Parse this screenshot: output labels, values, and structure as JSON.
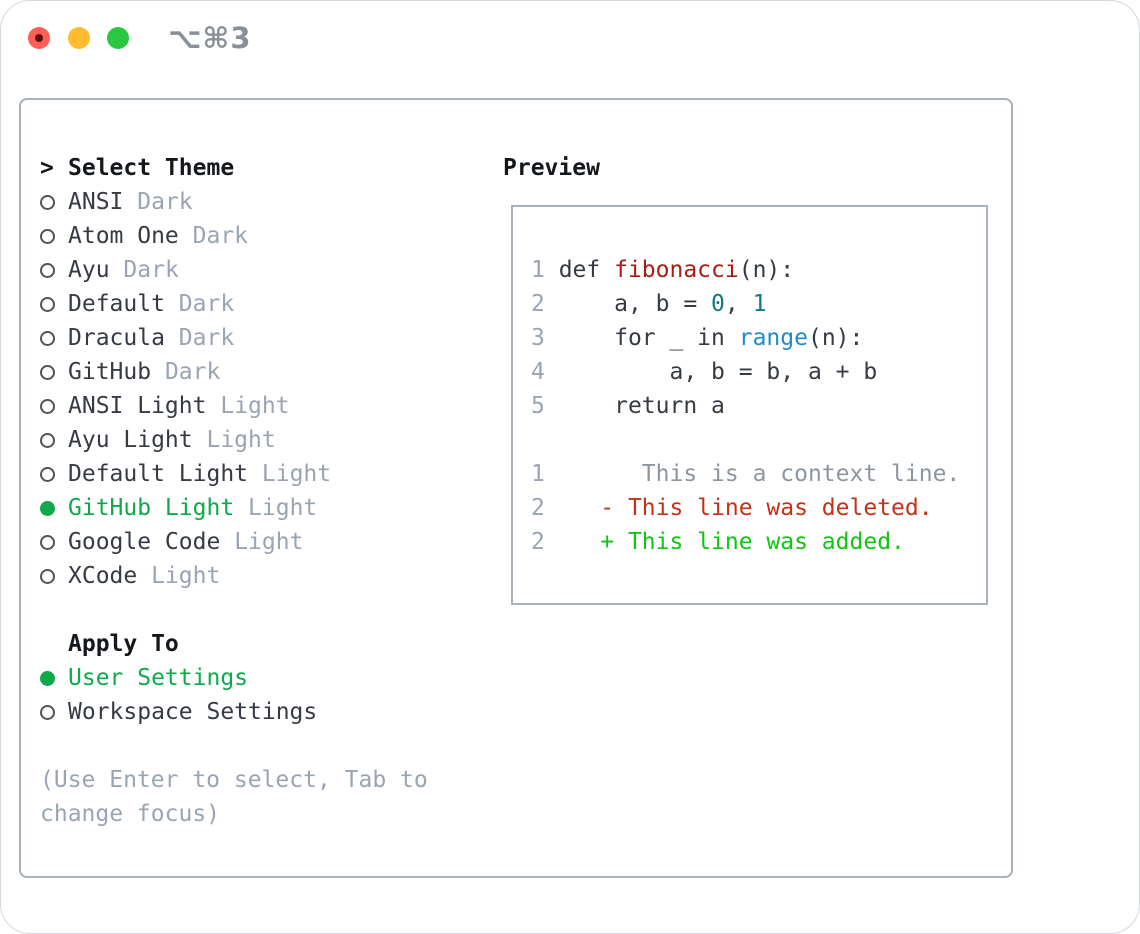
{
  "window": {
    "title": "⌥⌘3"
  },
  "titlebar": {
    "buttons": [
      "close",
      "minimize",
      "zoom"
    ]
  },
  "theme_list": {
    "heading": {
      "marker": ">",
      "label": "Select Theme"
    },
    "items": [
      {
        "label": "ANSI",
        "tag": "Dark",
        "selected": false
      },
      {
        "label": "Atom One",
        "tag": "Dark",
        "selected": false
      },
      {
        "label": "Ayu",
        "tag": "Dark",
        "selected": false
      },
      {
        "label": "Default",
        "tag": "Dark",
        "selected": false
      },
      {
        "label": "Dracula",
        "tag": "Dark",
        "selected": false
      },
      {
        "label": "GitHub",
        "tag": "Dark",
        "selected": false
      },
      {
        "label": "ANSI Light",
        "tag": "Light",
        "selected": false
      },
      {
        "label": "Ayu Light",
        "tag": "Light",
        "selected": false
      },
      {
        "label": "Default Light",
        "tag": "Light",
        "selected": false
      },
      {
        "label": "GitHub Light",
        "tag": "Light",
        "selected": true
      },
      {
        "label": "Google Code",
        "tag": "Light",
        "selected": false
      },
      {
        "label": "XCode",
        "tag": "Light",
        "selected": false
      }
    ]
  },
  "apply_to": {
    "heading": "Apply To",
    "options": [
      {
        "label": "User Settings",
        "selected": true
      },
      {
        "label": "Workspace Settings",
        "selected": false
      }
    ]
  },
  "hint": {
    "line1": "(Use Enter to select, Tab to",
    "line2": "change focus)"
  },
  "preview": {
    "heading": "Preview",
    "code_lines": [
      {
        "num": "1",
        "tokens": [
          {
            "t": "def ",
            "c": "fg"
          },
          {
            "t": "fibonacci",
            "c": "func"
          },
          {
            "t": "(n):",
            "c": "fg"
          }
        ]
      },
      {
        "num": "2",
        "tokens": [
          {
            "t": "    a, b = ",
            "c": "fg"
          },
          {
            "t": "0",
            "c": "num"
          },
          {
            "t": ", ",
            "c": "fg"
          },
          {
            "t": "1",
            "c": "num"
          }
        ]
      },
      {
        "num": "3",
        "tokens": [
          {
            "t": "    for _ in ",
            "c": "fg"
          },
          {
            "t": "range",
            "c": "builtin"
          },
          {
            "t": "(n):",
            "c": "fg"
          }
        ]
      },
      {
        "num": "4",
        "tokens": [
          {
            "t": "        a, b = b, a + b",
            "c": "fg"
          }
        ]
      },
      {
        "num": "5",
        "tokens": [
          {
            "t": "    return a",
            "c": "fg"
          }
        ]
      }
    ],
    "diff_lines": [
      {
        "num": "1",
        "tokens": [
          {
            "t": "      This is a context line.",
            "c": "ctx"
          }
        ]
      },
      {
        "num": "2",
        "tokens": [
          {
            "t": "   - This line was deleted.",
            "c": "del"
          }
        ]
      },
      {
        "num": "2",
        "tokens": [
          {
            "t": "   + This line was added.",
            "c": "add"
          }
        ]
      }
    ]
  },
  "colors": {
    "accent_green": "#0EA94B",
    "added_green": "#13C413",
    "deleted_red": "#C43119",
    "function_red": "#A81D15",
    "number_teal": "#0A7C81",
    "builtin_blue": "#1F8CC6",
    "muted_gray": "#9AA4B2",
    "context_gray": "#8D959F",
    "text_dark": "#363B43",
    "heading_dark": "#14171B",
    "panel_border": "#A9B1BC",
    "bullet_gray": "#4E545C",
    "titlebar_gray": "#8A9097",
    "traffic_red": "#FF5F57",
    "traffic_yellow": "#FEBC2E",
    "traffic_green": "#28C840"
  }
}
